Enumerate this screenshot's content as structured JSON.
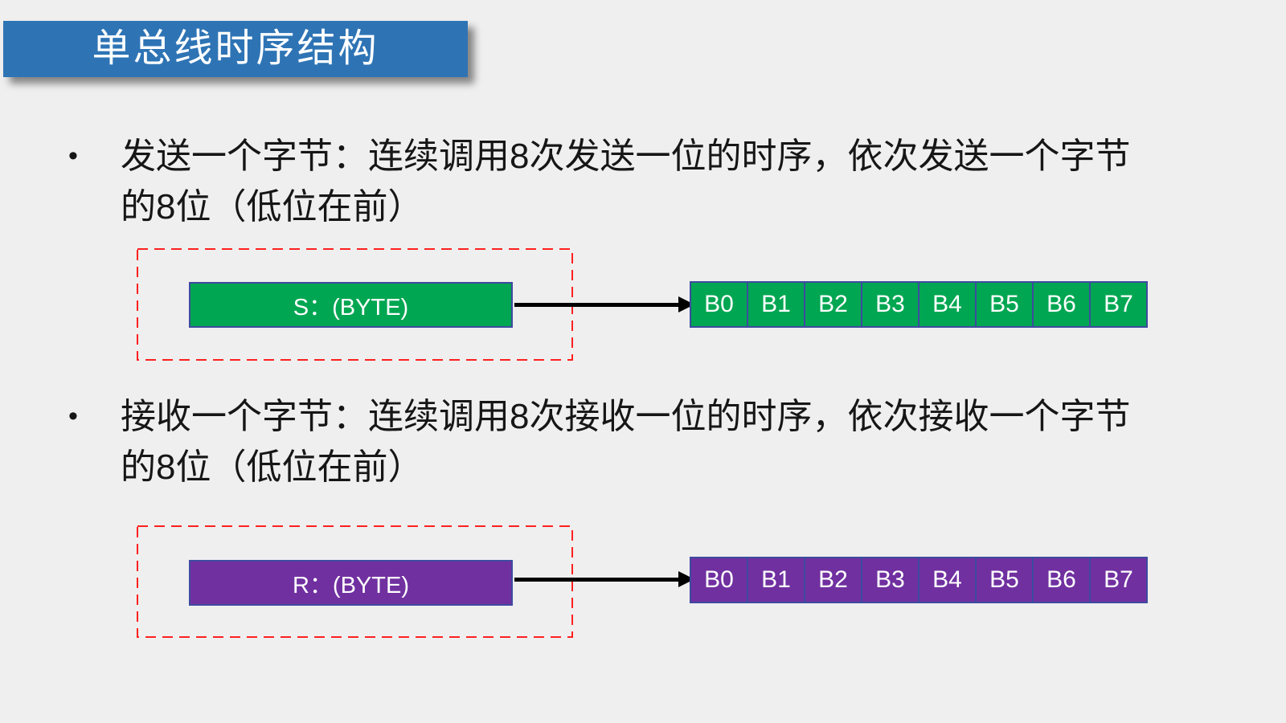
{
  "colors": {
    "background": "#EFEFEF",
    "title_bg": "#2E74B5",
    "title_text": "#FFFFFF",
    "body_text": "#161616",
    "send_fill": "#00A651",
    "recv_fill": "#7030A0",
    "box_border": "#3E4BA0",
    "dash_red": "#FF2020",
    "arrow": "#000000",
    "cell_text": "#FFFFFF"
  },
  "slide": {
    "title": "单总线时序结构",
    "bullets": [
      {
        "marker": "•",
        "line1": "发送一个字节：连续调用8次发送一位的时序，依次发送一个字节",
        "line2": "的8位（低位在前）"
      },
      {
        "marker": "•",
        "line1": "接收一个字节：连续调用8次接收一位的时序，依次接收一个字节",
        "line2": "的8位（低位在前）"
      }
    ],
    "diagrams": [
      {
        "label": "S：(BYTE)",
        "cells": [
          "B0",
          "B1",
          "B2",
          "B3",
          "B4",
          "B5",
          "B6",
          "B7"
        ]
      },
      {
        "label": "R：(BYTE)",
        "cells": [
          "B0",
          "B1",
          "B2",
          "B3",
          "B4",
          "B5",
          "B6",
          "B7"
        ]
      }
    ]
  }
}
